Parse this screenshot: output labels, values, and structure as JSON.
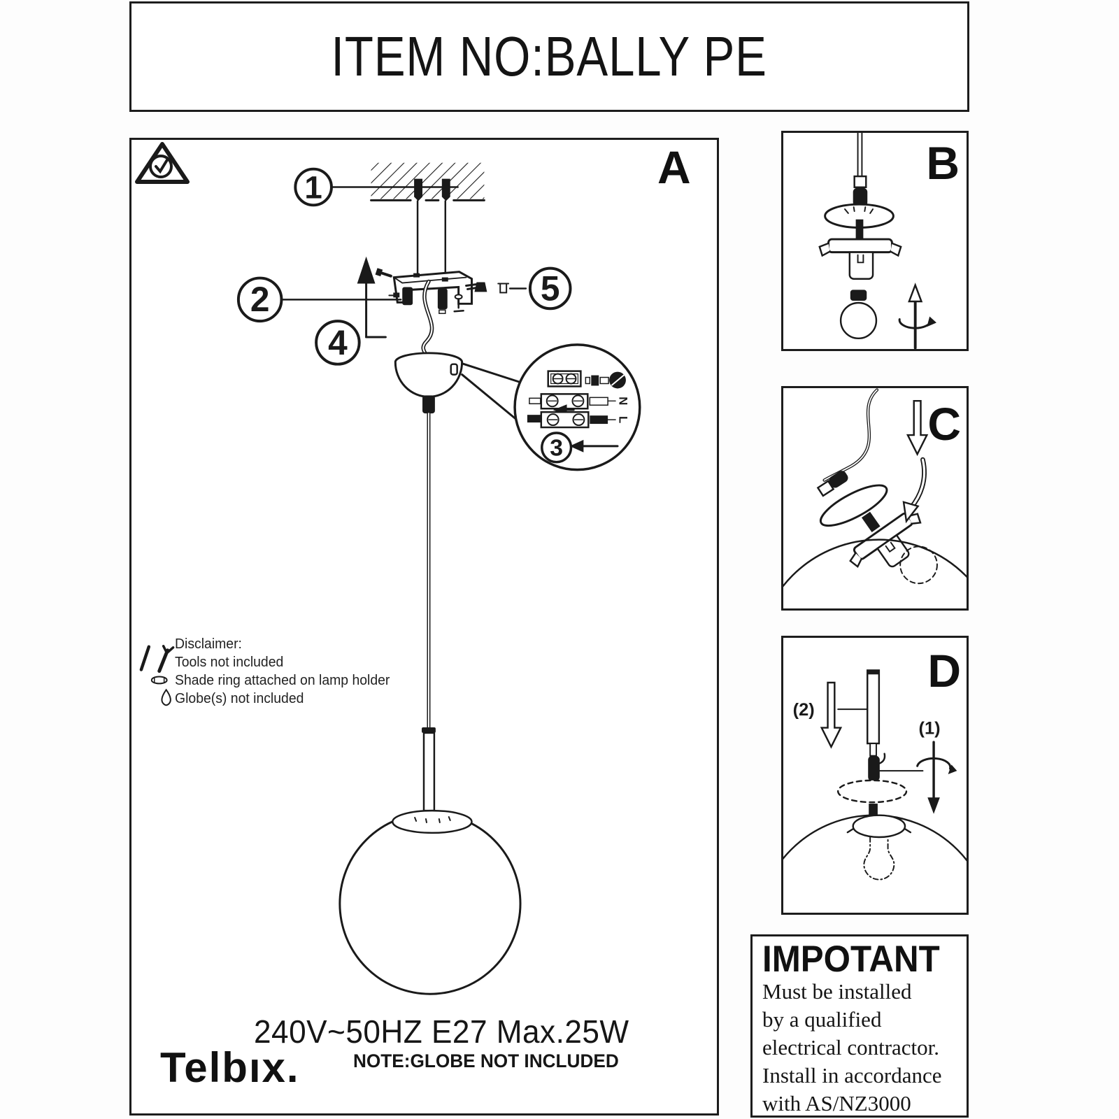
{
  "title": "ITEM NO:BALLY PE",
  "panel_a": {
    "label": "A",
    "step1": "1",
    "step2": "2",
    "step3": "3",
    "step4": "4",
    "step5": "5",
    "wire_neutral": "N",
    "wire_live": "L"
  },
  "panel_b": {
    "label": "B"
  },
  "panel_c": {
    "label": "C"
  },
  "panel_d": {
    "label": "D",
    "substep1": "(1)",
    "substep2": "(2)"
  },
  "disclaimer": {
    "heading": "Disclaimer:",
    "line1": "Tools not included",
    "line2": "Shade ring attached on lamp holder",
    "line3": "Globe(s) not included"
  },
  "specs": {
    "rating": "240V~50HZ E27 Max.25W",
    "note": "NOTE:GLOBE NOT INCLUDED"
  },
  "brand": "Telbıx.",
  "important": {
    "heading": "IMPOTANT",
    "line1": "Must be installed",
    "line2": "by a qualified",
    "line3": "electrical contractor.",
    "line4": "Install in accordance",
    "line5": "with AS/NZ3000"
  },
  "colors": {
    "ink": "#1a1a1a",
    "paper": "#ffffff"
  }
}
